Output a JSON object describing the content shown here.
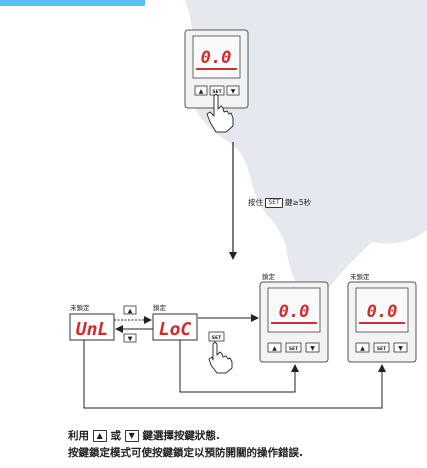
{
  "top_bar_color": "#5bc0ec",
  "map_color": "#e6e8ef",
  "display_color": "#d42a2a",
  "device_top": {
    "reading": "0.0",
    "keys": [
      "▲",
      "SET",
      "▼"
    ]
  },
  "instruction": {
    "prefix": "按住",
    "key": "SET",
    "suffix": "鍵≥5秒"
  },
  "modes": {
    "unlocked_label": "未鎖定",
    "locked_label": "鎖定",
    "unlocked_code": "UnL",
    "locked_code": "LoC",
    "toggle_up": "▲",
    "toggle_down": "▼",
    "set_key": "SET"
  },
  "device_locked": {
    "label": "鎖定",
    "reading": "0.0",
    "keys": [
      "▲",
      "SET",
      "▼"
    ]
  },
  "device_unlocked": {
    "label": "未鎖定",
    "reading": "0.0",
    "keys": [
      "▲",
      "SET",
      "▼"
    ]
  },
  "notes": {
    "line1_pre": "利用",
    "line1_up": "▲",
    "line1_mid": "或",
    "line1_down": "▼",
    "line1_post": "鍵選擇按鍵狀態.",
    "line2": "按鍵鎖定模式可使按鍵鎖定以預防開關的操作錯誤."
  }
}
